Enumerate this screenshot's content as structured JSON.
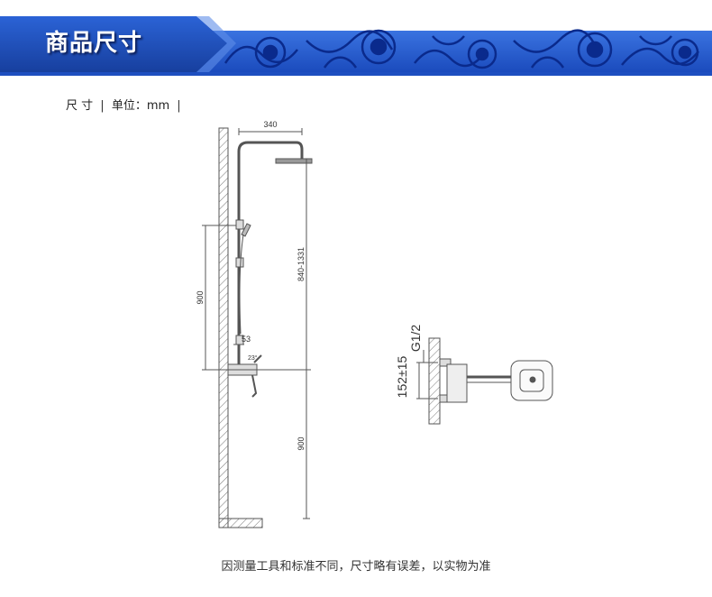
{
  "header": {
    "title": "商品尺寸",
    "colors": {
      "banner_blue": "#1f55c4",
      "banner_dark": "#14307f",
      "pattern": "#0b2f9a"
    }
  },
  "size_label": {
    "name": "尺  寸",
    "unit": "单位：mm"
  },
  "diagram": {
    "dimensions": {
      "arm_width": "340",
      "adjustable_height": "840-1331",
      "rail_height": "900",
      "bar_width": "53",
      "angle": "23°",
      "valve_height": "900",
      "thread": "G1/2",
      "inlet_spacing": "152±15"
    }
  },
  "note": "因测量工具和标准不同，尺寸略有误差，以实物为准"
}
